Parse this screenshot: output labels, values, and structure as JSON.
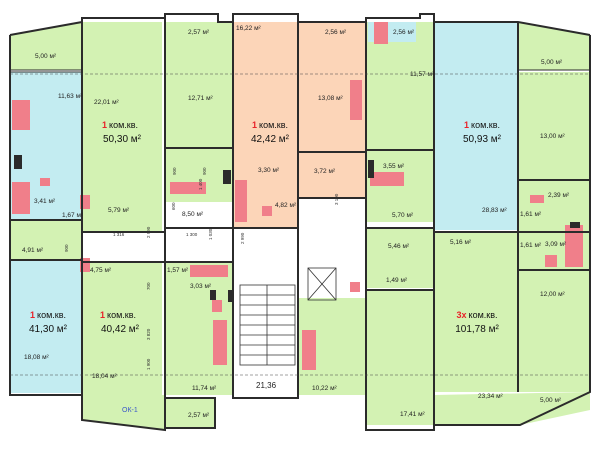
{
  "colors": {
    "green": "#d3f2b3",
    "cyan": "#c3ecf1",
    "peach": "#fcd5b8",
    "bath_pink": "#f07f8a",
    "wall": "#2b2b2b",
    "apt_label_red": "#e8232a",
    "axis_blue": "#3a57c9"
  },
  "apartments": {
    "a1": {
      "count": "1",
      "type": "ком.кв.",
      "area": "50,30 м²"
    },
    "a2": {
      "count": "1",
      "type": "ком.кв.",
      "area": "42,42 м²"
    },
    "a3": {
      "count": "1",
      "type": "ком.кв.",
      "area": "50,93 м²"
    },
    "a4": {
      "count": "1",
      "type": "ком.кв.",
      "area": "41,30 м²"
    },
    "a5": {
      "count": "1",
      "type": "ком.кв.",
      "area": "40,42 м²"
    },
    "a6": {
      "count": "3х",
      "type": "ком.кв.",
      "area": "101,78 м²"
    }
  },
  "room_areas": {
    "r1": "5,00 м²",
    "r2": "11,63 м²",
    "r3": "2,57 м²",
    "r4": "16,22 м²",
    "r5": "2,56 м²",
    "r6": "2,56 м²",
    "r7": "5,00 м²",
    "r8": "22,01 м²",
    "r9": "12,71 м²",
    "r10": "13,08 м²",
    "r11": "11,57 м²",
    "r12": "13,00 м²",
    "r13": "3,41 м²",
    "r14": "1,67 м²",
    "r15": "5,79 м²",
    "r16": "3,30 м²",
    "r17": "3,72 м²",
    "r18": "3,55 м²",
    "r19": "8,50 м²",
    "r20": "4,82 м²",
    "r21": "5,70 м²",
    "r22": "28,83 м²",
    "r23": "2,39 м²",
    "r24": "1,61 м²",
    "r25": "1,61 м²",
    "r26": "3,09 м²",
    "r27": "4,91 м²",
    "r28": "5,46 м²",
    "r29": "5,16 м²",
    "r30": "4,75 м²",
    "r31": "1,57 м²",
    "r32": "3,03 м²",
    "r33": "1,49 м²",
    "r34": "12,00 м²",
    "r35": "18,08 м²",
    "r36": "18,04 м²",
    "r37": "11,74 м²",
    "r38": "21,36",
    "r39": "10,22 м²",
    "r40": "17,41 м²",
    "r41": "23,34 м²",
    "r42": "5,00 м²",
    "r43": "2,57 м²"
  },
  "dimensions": {
    "d1": "1 316",
    "d2": "900",
    "d3": "1 300",
    "d4": "2 990",
    "d5": "900",
    "d6": "600",
    "d7": "1 400",
    "d8": "1 030",
    "d9": "900",
    "d10": "2 990",
    "d11": "3 100",
    "d12": "700",
    "d13": "3 820",
    "d14": "1 900"
  },
  "axis": {
    "label": "ОК-1"
  }
}
